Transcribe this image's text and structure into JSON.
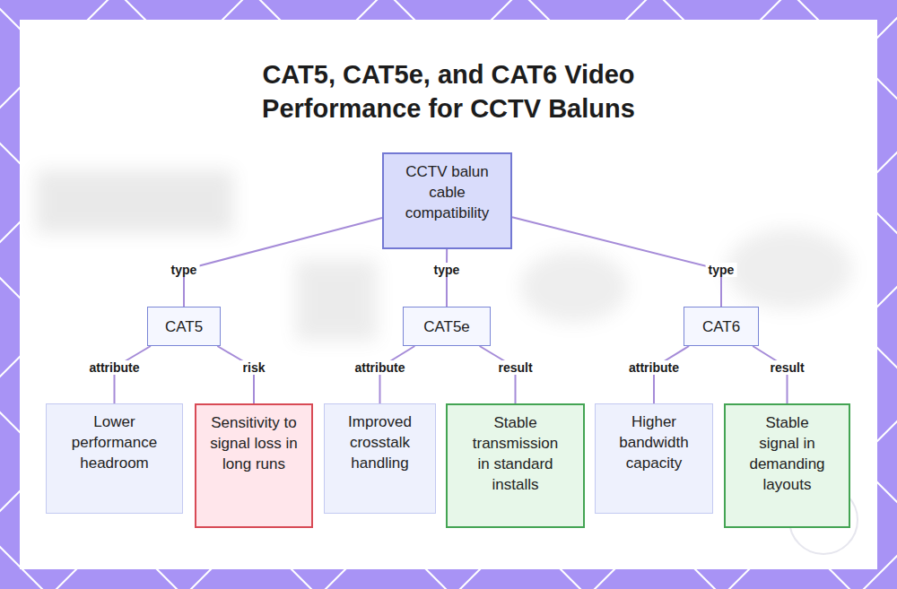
{
  "diagram": {
    "title": "CAT5, CAT5e, and CAT6 Video Performance for CCTV Baluns",
    "nodes": [
      {
        "text": [
          "CCTV balun cable compatibility"
        ]
      },
      {
        "text": [
          "CAT5"
        ]
      },
      {
        "text": [
          "CAT5e"
        ]
      },
      {
        "text": [
          "CAT6"
        ]
      },
      {
        "text": [
          "Lower performance headroom"
        ]
      },
      {
        "text": [
          "Sensitivity to signal loss in long runs"
        ]
      },
      {
        "text": [
          "Improved crosstalk handling"
        ]
      },
      {
        "text": [
          "Stable transmission in standard installs"
        ]
      },
      {
        "text": [
          "Higher bandwidth capacity"
        ]
      },
      {
        "text": [
          "Stable signal in demanding layouts"
        ]
      }
    ],
    "edges": [
      {
        "from": 0,
        "to": 1,
        "arrow": "none",
        "label": "type"
      },
      {
        "from": 0,
        "to": 2,
        "arrow": "none",
        "label": "type"
      },
      {
        "from": 0,
        "to": 3,
        "arrow": "none",
        "label": "type"
      },
      {
        "from": 1,
        "to": 4,
        "arrow": "none",
        "label": "attribute"
      },
      {
        "from": 1,
        "to": 5,
        "arrow": "none",
        "label": "risk"
      },
      {
        "from": 2,
        "to": 6,
        "arrow": "none",
        "label": "attribute"
      },
      {
        "from": 2,
        "to": 7,
        "arrow": "none",
        "label": "result"
      },
      {
        "from": 3,
        "to": 8,
        "arrow": "none",
        "label": "attribute"
      },
      {
        "from": 3,
        "to": 9,
        "arrow": "none",
        "label": "result"
      }
    ]
  }
}
